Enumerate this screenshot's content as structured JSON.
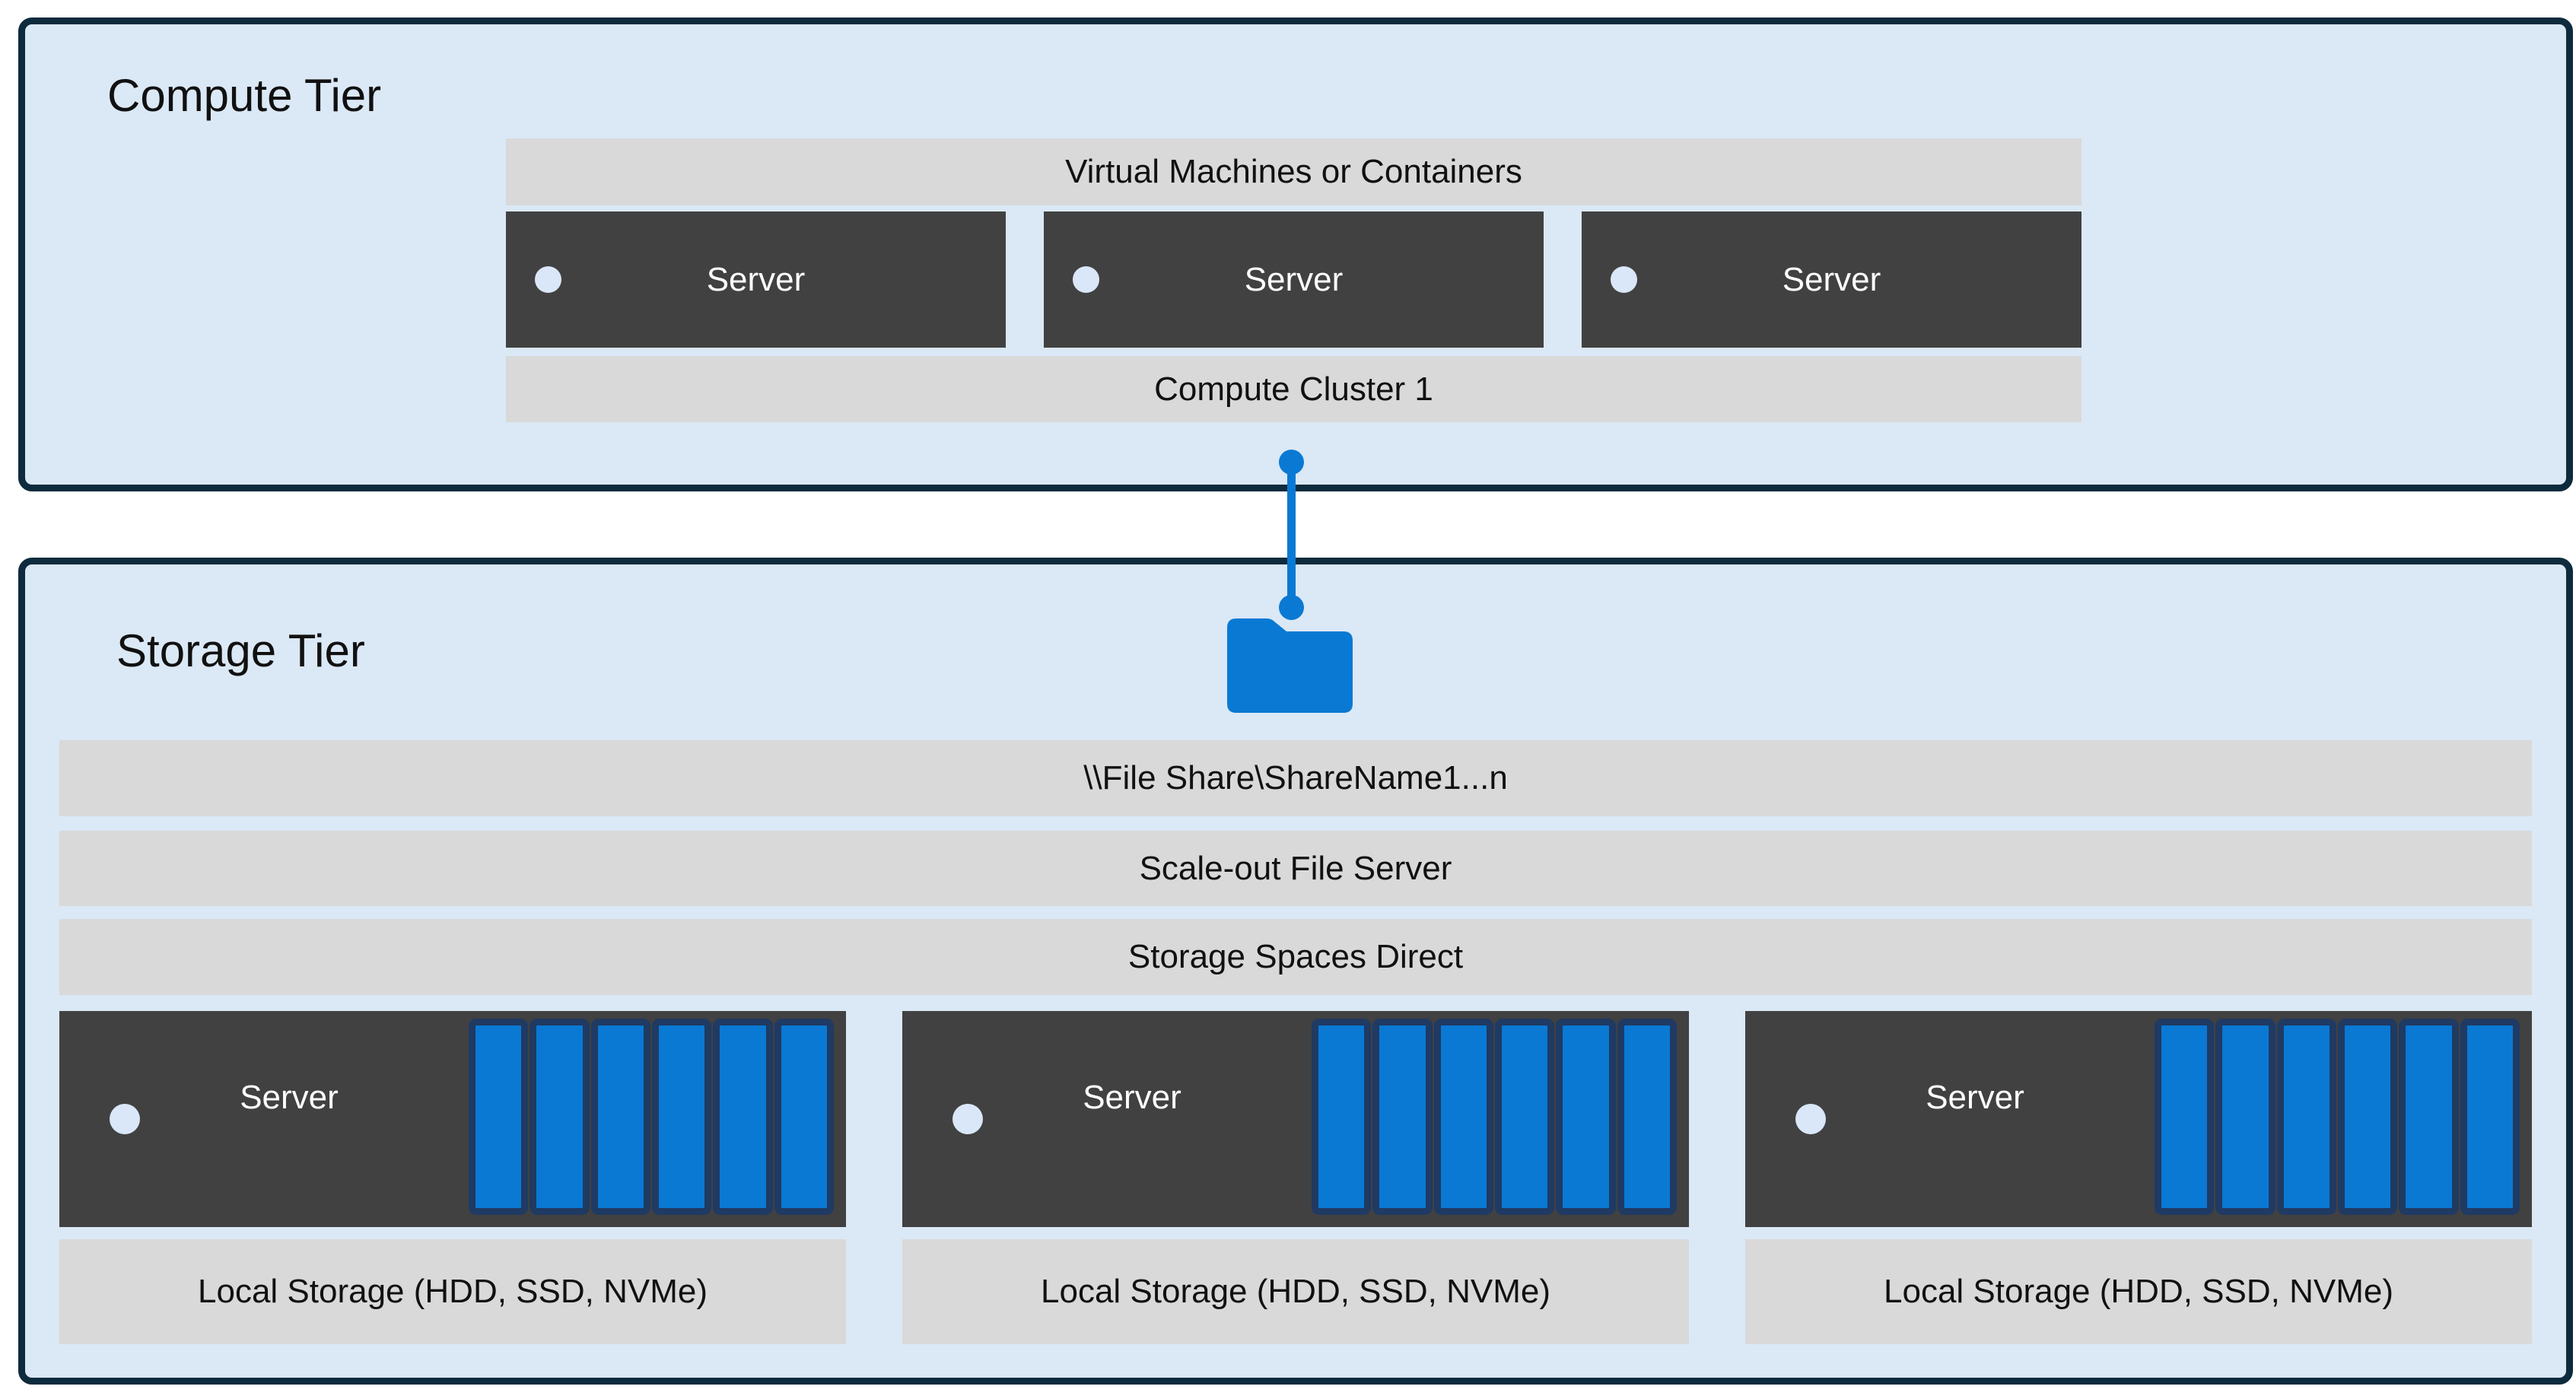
{
  "compute_tier": {
    "title": "Compute Tier",
    "vm_bar_label": "Virtual Machines or Containers",
    "servers": [
      {
        "label": "Server"
      },
      {
        "label": "Server"
      },
      {
        "label": "Server"
      }
    ],
    "cluster_bar_label": "Compute Cluster 1"
  },
  "storage_tier": {
    "title": "Storage Tier",
    "file_share_label": "\\\\File Share\\ShareName1...n",
    "sofs_label": "Scale-out File Server",
    "s2d_label": "Storage Spaces Direct",
    "nodes": [
      {
        "label": "Server",
        "disk_count": 6,
        "local_storage_label": "Local Storage (HDD, SSD, NVMe)"
      },
      {
        "label": "Server",
        "disk_count": 6,
        "local_storage_label": "Local Storage (HDD, SSD, NVMe)"
      },
      {
        "label": "Server",
        "disk_count": 6,
        "local_storage_label": "Local Storage (HDD, SSD, NVMe)"
      }
    ]
  },
  "colors": {
    "tier_fill": "#dbe8f6",
    "tier_border": "#0d2b3d",
    "bar_fill": "#d9d9d9",
    "server_fill": "#414141",
    "accent_blue": "#0a79d4",
    "disk_border_navy": "#1f3a63",
    "led_light": "#d9e7f8",
    "text_dark": "#111111",
    "text_light": "#ffffff"
  }
}
